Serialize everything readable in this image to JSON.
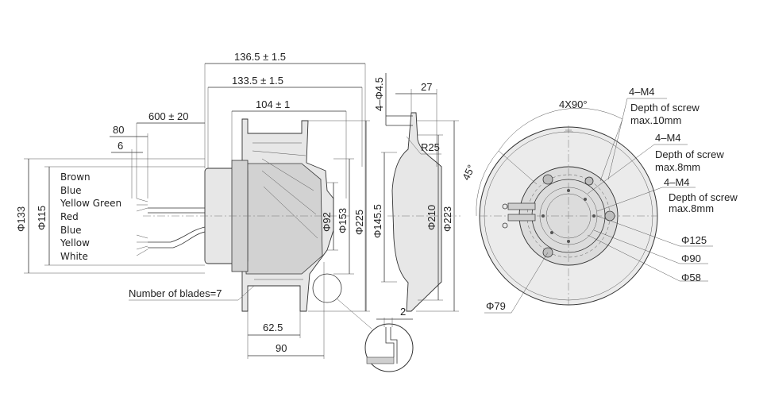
{
  "side_view": {
    "dim_136_5": "136.5 ± 1.5",
    "dim_133_5": "133.5 ± 1.5",
    "dim_104": "104 ± 1",
    "dim_600": "600 ± 20",
    "dim_80": "80",
    "dim_6": "6",
    "dim_62_5": "62.5",
    "dim_90": "90",
    "dia_133": "Φ133",
    "dia_115": "Φ115",
    "dia_92": "Φ92",
    "dia_153": "Φ153",
    "dia_225": "Φ225",
    "blades_note": "Number of blades=7",
    "wires": [
      "Brown",
      "Blue",
      "Yellow Green",
      "Red",
      "Blue",
      "Yellow",
      "White"
    ]
  },
  "ring_view": {
    "dim_4_phi45": "4–Φ4.5",
    "dim_27": "27",
    "r25": "R25",
    "dia_145_5": "Φ145.5",
    "dia_210": "Φ210",
    "dia_223": "Φ223",
    "detail_2": "2"
  },
  "front_view": {
    "angle_4x90": "4X90°",
    "angle_45": "45°",
    "m4_a": "4–M4",
    "m4_a_note1": "Depth of screw",
    "m4_a_note2": "max.10mm",
    "m4_b": "4–M4",
    "m4_b_note1": "Depth of screw",
    "m4_b_note2": "max.8mm",
    "m4_c": "4–M4",
    "m4_c_note1": "Depth of screw",
    "m4_c_note2": "max.8mm",
    "dia_125": "Φ125",
    "dia_90": "Φ90",
    "dia_58": "Φ58",
    "dia_79": "Φ79"
  }
}
